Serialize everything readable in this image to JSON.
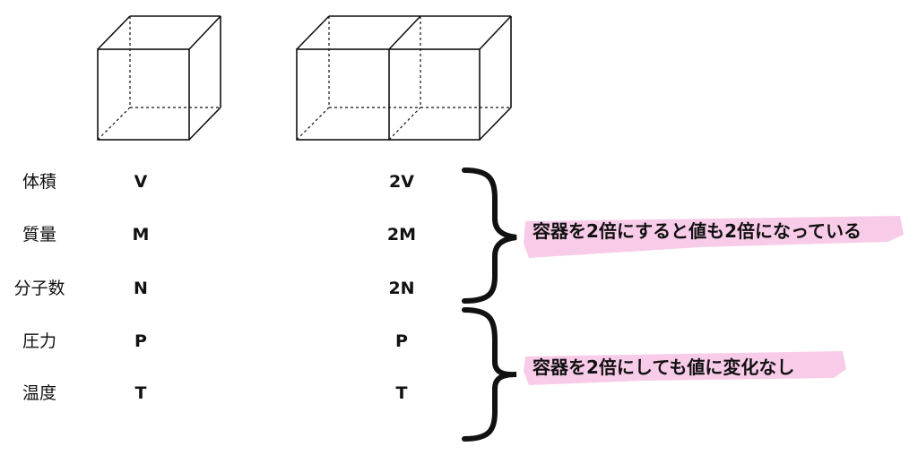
{
  "rows": [
    {
      "label": "体積",
      "single": "V",
      "double": "2V"
    },
    {
      "label": "質量",
      "single": "M",
      "double": "2M"
    },
    {
      "label": "分子数",
      "single": "N",
      "double": "2N"
    },
    {
      "label": "圧力",
      "single": "P",
      "double": "P"
    },
    {
      "label": "温度",
      "single": "T",
      "double": "T"
    }
  ],
  "notes": {
    "doubled": "容器を2倍にすると値も2倍になっている",
    "unchanged": "容器を2倍にしても値に変化なし"
  },
  "colors": {
    "highlight": "#f7c6e6",
    "ink": "#111111"
  }
}
